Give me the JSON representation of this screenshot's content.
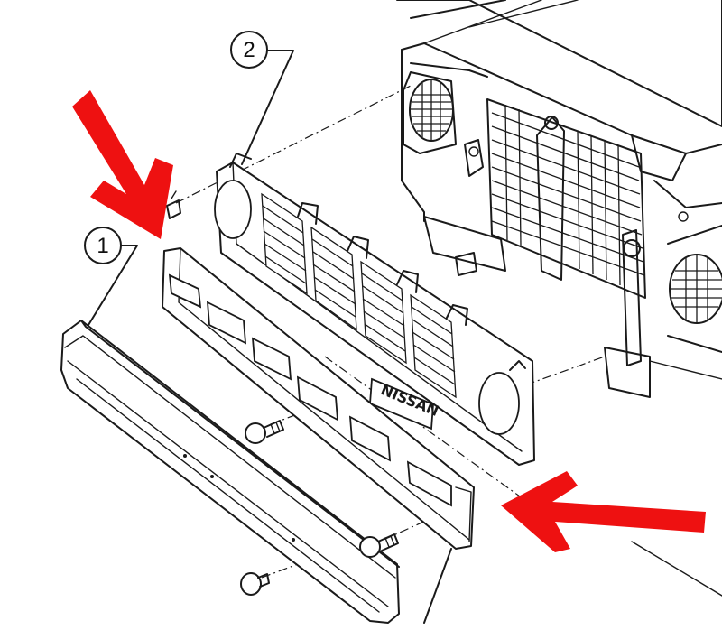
{
  "diagram": {
    "callouts": [
      {
        "id": "1",
        "label": "1"
      },
      {
        "id": "2",
        "label": "2"
      }
    ],
    "badge_text": "NISSAN",
    "arrow_color": "#ee1111",
    "ink_color": "#1a1a1a",
    "paper_color": "#ffffff"
  }
}
